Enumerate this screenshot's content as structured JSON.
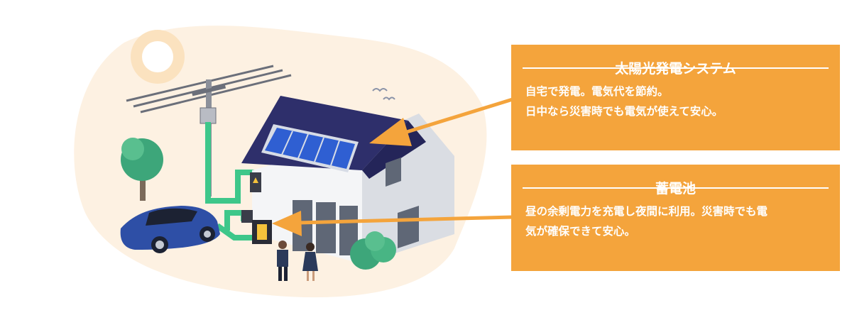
{
  "solar_panel": {
    "title": "太陽光発電システム",
    "lines": [
      "自宅で発電。電気代を節約。",
      "日中なら災害時でも電気が使えて安心。"
    ]
  },
  "battery_panel": {
    "title": "蓄電池",
    "lines": [
      "昼の余剰電力を充電し夜間に利用。災害時でも電",
      "気が確保できて安心。"
    ]
  },
  "colors": {
    "accent": "#f4a43c",
    "blob": "#fdf1e2",
    "roof": "#2e2f6b",
    "wire": "#3ec78a",
    "tree": "#3da67a"
  },
  "icons": [
    "sun-icon",
    "power-pole-icon",
    "tree-icon",
    "electric-car-icon",
    "house-icon",
    "solar-panel-icon",
    "battery-icon",
    "people-icon",
    "bird-icon",
    "arrow-icon"
  ]
}
